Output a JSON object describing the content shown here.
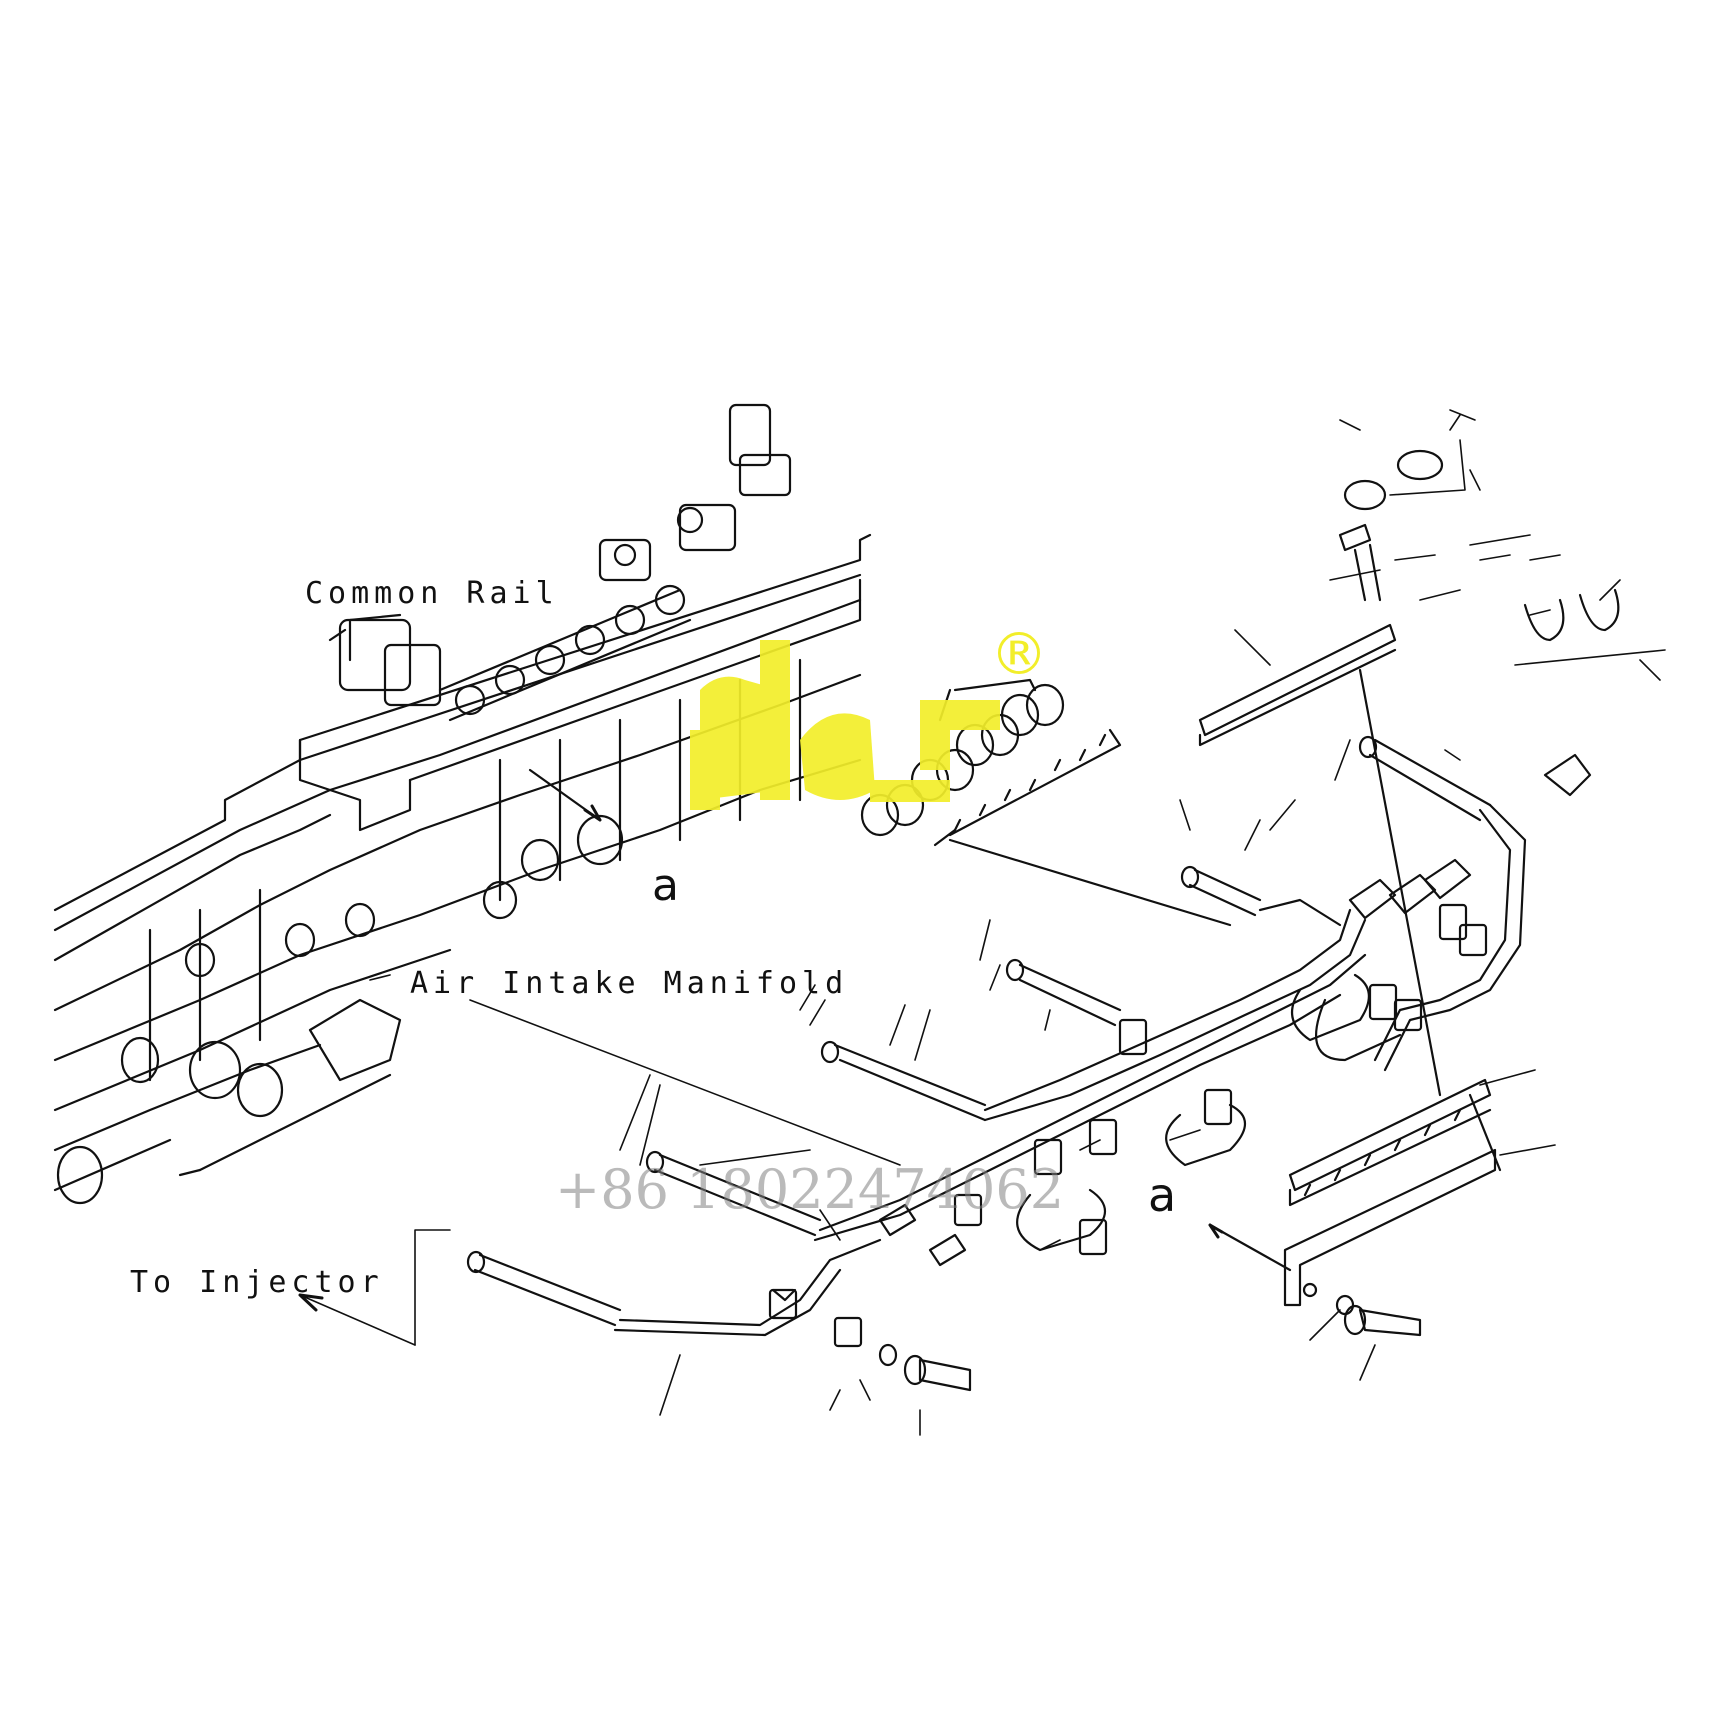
{
  "labels": {
    "common_rail": "Common Rail",
    "air_intake": "Air Intake Manifold",
    "to_injector": "To Injector",
    "ref_a_top": "a",
    "ref_a_right": "a"
  },
  "watermark": {
    "phone": "+86 18022474062",
    "registered": "®"
  },
  "colors": {
    "line": "#111111",
    "logo": "#f2ee2a",
    "watermark_text": "#8a8a8a"
  }
}
